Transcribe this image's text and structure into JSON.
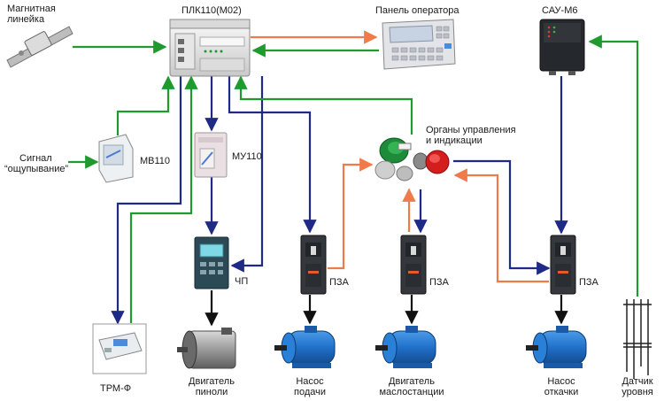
{
  "colors": {
    "green": "#1f9a2e",
    "navy": "#1f2a86",
    "orange": "#f07a4a",
    "motor_blue": "#1f6fc9",
    "device_body": "#f2f2f2",
    "drive_body": "#2c4a56"
  },
  "labels": {
    "magnetic_ruler": [
      "Магнитная",
      "линейка"
    ],
    "plc": "ПЛК110(М02)",
    "operator_panel": "Панель оператора",
    "sau": "САУ-М6",
    "signal": [
      "Сигнал",
      "“ощупывание”"
    ],
    "mv110": "МВ110",
    "mu110": "МУ110",
    "controls": [
      "Органы управления",
      "и индикации"
    ],
    "vfd": "ЧП",
    "pza": "ПЗА",
    "trm": "ТРМ-Ф",
    "motor_spindle": [
      "Двигатель",
      "пиноли"
    ],
    "pump_feed": [
      "Насос",
      "подачи"
    ],
    "motor_oil": [
      "Двигатель",
      "маслостанции"
    ],
    "pump_drain": [
      "Насос",
      "откачки"
    ],
    "level_sensor": [
      "Датчик",
      "уровня"
    ]
  }
}
